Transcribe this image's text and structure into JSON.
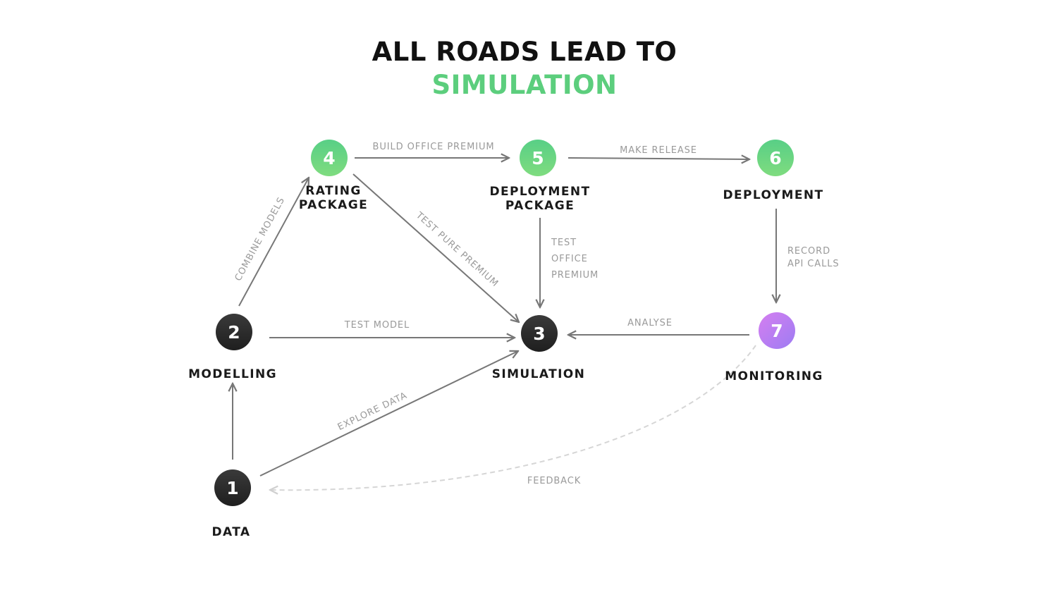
{
  "title": {
    "line1": "ALL ROADS LEAD TO",
    "line2": "SIMULATION"
  },
  "colors": {
    "title_accent": "#5cce7d",
    "node_dark": "#2b2b2b",
    "node_green": "#5fd383",
    "node_purple": "#b57cf0",
    "edge": "#777777",
    "edge_feedback": "#d6d6d6",
    "edge_label": "#9a9a9a"
  },
  "nodes": [
    {
      "id": "1",
      "number": "1",
      "label_lines": [
        "DATA"
      ],
      "color": "dark"
    },
    {
      "id": "2",
      "number": "2",
      "label_lines": [
        "MODELLING"
      ],
      "color": "dark"
    },
    {
      "id": "3",
      "number": "3",
      "label_lines": [
        "SIMULATION"
      ],
      "color": "dark"
    },
    {
      "id": "4",
      "number": "4",
      "label_lines": [
        "RATING",
        "PACKAGE"
      ],
      "color": "green"
    },
    {
      "id": "5",
      "number": "5",
      "label_lines": [
        "DEPLOYMENT",
        "PACKAGE"
      ],
      "color": "green"
    },
    {
      "id": "6",
      "number": "6",
      "label_lines": [
        "DEPLOYMENT"
      ],
      "color": "green"
    },
    {
      "id": "7",
      "number": "7",
      "label_lines": [
        "MONITORING"
      ],
      "color": "purple"
    }
  ],
  "edges": [
    {
      "id": "e-1-2",
      "from": "1",
      "to": "2",
      "label_lines": []
    },
    {
      "id": "e-1-3",
      "from": "1",
      "to": "3",
      "label_lines": [
        "EXPLORE DATA"
      ]
    },
    {
      "id": "e-2-3",
      "from": "2",
      "to": "3",
      "label_lines": [
        "TEST MODEL"
      ]
    },
    {
      "id": "e-2-4",
      "from": "2",
      "to": "4",
      "label_lines": [
        "COMBINE MODELS"
      ]
    },
    {
      "id": "e-4-5",
      "from": "4",
      "to": "5",
      "label_lines": [
        "BUILD OFFICE PREMIUM"
      ]
    },
    {
      "id": "e-4-3",
      "from": "4",
      "to": "3",
      "label_lines": [
        "TEST PURE PREMIUM"
      ]
    },
    {
      "id": "e-5-6",
      "from": "5",
      "to": "6",
      "label_lines": [
        "MAKE RELEASE"
      ]
    },
    {
      "id": "e-5-3",
      "from": "5",
      "to": "3",
      "label_lines": [
        "TEST",
        "OFFICE",
        "PREMIUM"
      ]
    },
    {
      "id": "e-6-7",
      "from": "6",
      "to": "7",
      "label_lines": [
        "RECORD",
        "API CALLS"
      ]
    },
    {
      "id": "e-7-3",
      "from": "7",
      "to": "3",
      "label_lines": [
        "ANALYSE"
      ]
    },
    {
      "id": "e-7-1",
      "from": "7",
      "to": "1",
      "label_lines": [
        "FEEDBACK"
      ],
      "style": "dashed"
    }
  ]
}
